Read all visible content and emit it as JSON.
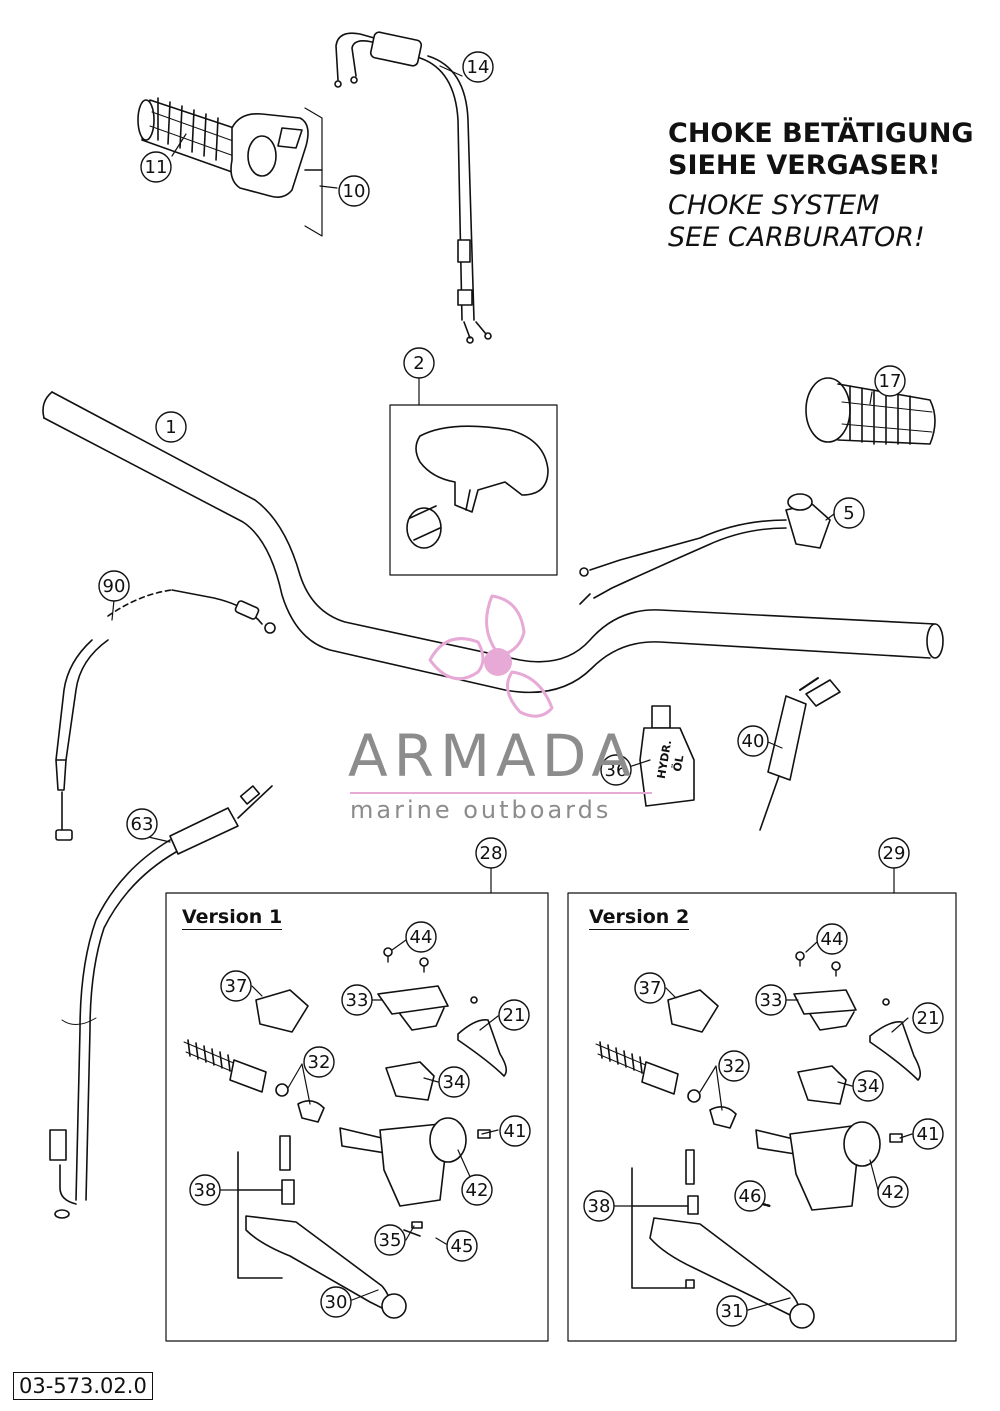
{
  "note": {
    "line1": "CHOKE BETÄTIGUNG",
    "line2": "SIEHE VERGASER!",
    "line3": "CHOKE SYSTEM",
    "line4": "SEE CARBURATOR!"
  },
  "versions": {
    "v1": "Version 1",
    "v2": "Version 2"
  },
  "oil_label": {
    "line1": "HYDR.",
    "line2": "ÖL"
  },
  "watermark": {
    "name": "ARMADA",
    "tagline": "marine outboards",
    "accent_color": "#e7a9d6",
    "text_color": "#8c8c8c"
  },
  "doc_number": "03-573.02.0",
  "callouts": {
    "c1": "1",
    "c2": "2",
    "c5": "5",
    "c10": "10",
    "c11": "11",
    "c14": "14",
    "c17": "17",
    "c90": "90",
    "c63": "63",
    "c36": "36",
    "c40": "40",
    "c28": "28",
    "c29": "29",
    "v1_44": "44",
    "v1_37": "37",
    "v1_33": "33",
    "v1_21": "21",
    "v1_32": "32",
    "v1_34": "34",
    "v1_41": "41",
    "v1_42": "42",
    "v1_38": "38",
    "v1_35": "35",
    "v1_45": "45",
    "v1_30": "30",
    "v2_44": "44",
    "v2_37": "37",
    "v2_33": "33",
    "v2_21": "21",
    "v2_32": "32",
    "v2_34": "34",
    "v2_41": "41",
    "v2_42": "42",
    "v2_38": "38",
    "v2_46": "46",
    "v2_31": "31"
  }
}
